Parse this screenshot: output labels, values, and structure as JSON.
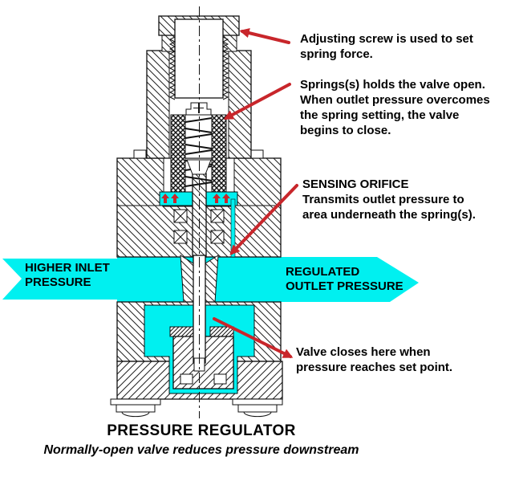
{
  "diagram": {
    "title": "PRESSURE REGULATOR",
    "subtitle": "Normally-open valve reduces pressure downstream"
  },
  "flow_labels": {
    "inlet": {
      "line1": "HIGHER INLET",
      "line2": "PRESSURE"
    },
    "outlet": {
      "line1": "REGULATED",
      "line2": "OUTLET PRESSURE"
    }
  },
  "annotations": {
    "adjusting_screw": {
      "line1": "Adjusting screw is used to set",
      "line2": "spring force."
    },
    "spring": {
      "line1": "Springs(s) holds the valve open.",
      "line2": "When outlet pressure overcomes",
      "line3": "the spring setting, the valve",
      "line4": "begins to close."
    },
    "sensing_orifice": {
      "line1": "SENSING ORIFICE",
      "line2": "Transmits outlet pressure to",
      "line3": "area underneath the spring(s)."
    },
    "valve_seat": {
      "line1": "Valve closes here when",
      "line2": "pressure reaches set point."
    }
  },
  "colors": {
    "fluid_cyan": "#00F0F0",
    "leader_red": "#C8262B"
  }
}
